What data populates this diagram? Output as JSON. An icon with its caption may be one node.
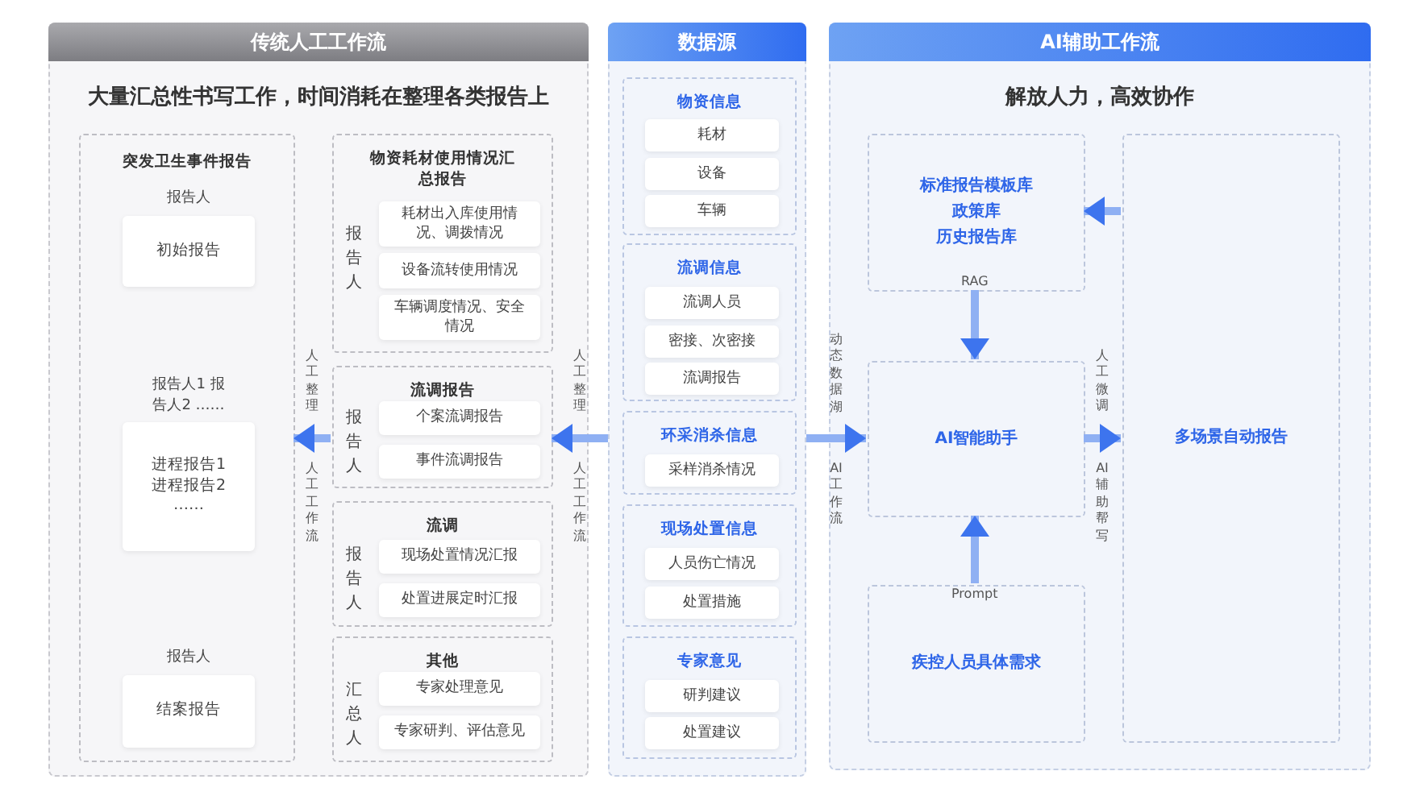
{
  "diagram": {
    "nodes": [
      {
        "text": [
          "传统人工工作流",
          "大量汇总性书写工作，时间消耗在整理各类报告上"
        ]
      },
      {
        "text": [
          "突发卫生事件报告"
        ],
        "in": 0
      },
      {
        "text": [
          "初始报告"
        ],
        "in": 1,
        "beside": [
          "报告人"
        ]
      },
      {
        "text": [
          "进程报告1 进程报告2 ……"
        ],
        "in": 1,
        "beside": [
          "报告人1 报告人2 ……"
        ]
      },
      {
        "text": [
          "结案报告"
        ],
        "in": 1,
        "beside": [
          "报告人"
        ]
      },
      {
        "text": [
          "物资耗材使用情况汇总报告",
          "报告人"
        ],
        "in": 0
      },
      {
        "text": [
          "耗材出入库使用情况、调拨情况"
        ],
        "in": 5
      },
      {
        "text": [
          "设备流转使用情况"
        ],
        "in": 5
      },
      {
        "text": [
          "车辆调度情况、安全情况"
        ],
        "in": 5
      },
      {
        "text": [
          "流调报告",
          "报告人"
        ],
        "in": 0
      },
      {
        "text": [
          "个案流调报告"
        ],
        "in": 9
      },
      {
        "text": [
          "事件流调报告"
        ],
        "in": 9
      },
      {
        "text": [
          "流调",
          "报告人"
        ],
        "in": 0
      },
      {
        "text": [
          "现场处置情况汇报"
        ],
        "in": 12
      },
      {
        "text": [
          "处置进展定时汇报"
        ],
        "in": 12
      },
      {
        "text": [
          "其他",
          "汇总人"
        ],
        "in": 0
      },
      {
        "text": [
          "专家处理意见"
        ],
        "in": 15
      },
      {
        "text": [
          "专家研判、评估意见"
        ],
        "in": 15
      },
      {
        "text": [
          "数据源"
        ]
      },
      {
        "text": [
          "物资信息"
        ],
        "in": 18
      },
      {
        "text": [
          "耗材"
        ],
        "in": 19
      },
      {
        "text": [
          "设备"
        ],
        "in": 19
      },
      {
        "text": [
          "车辆"
        ],
        "in": 19
      },
      {
        "text": [
          "流调信息"
        ],
        "in": 18
      },
      {
        "text": [
          "流调人员"
        ],
        "in": 23
      },
      {
        "text": [
          "密接、次密接"
        ],
        "in": 23
      },
      {
        "text": [
          "流调报告"
        ],
        "in": 23
      },
      {
        "text": [
          "环采消杀信息"
        ],
        "in": 18
      },
      {
        "text": [
          "采样消杀情况"
        ],
        "in": 27
      },
      {
        "text": [
          "现场处置信息"
        ],
        "in": 18
      },
      {
        "text": [
          "人员伤亡情况"
        ],
        "in": 29
      },
      {
        "text": [
          "处置措施"
        ],
        "in": 29
      },
      {
        "text": [
          "专家意见"
        ],
        "in": 18
      },
      {
        "text": [
          "研判建议"
        ],
        "in": 32
      },
      {
        "text": [
          "处置建议"
        ],
        "in": 32
      },
      {
        "text": [
          "AI辅助工作流",
          "解放人力，高效协作"
        ]
      },
      {
        "text": [
          "标准报告模板库",
          "政策库",
          "历史报告库"
        ],
        "in": 35
      },
      {
        "text": [
          "AI智能助手"
        ],
        "in": 35
      },
      {
        "text": [
          "疾控人员具体需求"
        ],
        "in": 35
      },
      {
        "text": [
          "多场景自动报告"
        ],
        "in": 35
      }
    ],
    "edges": [
      {
        "from": 18,
        "to": 9,
        "arrow": "to",
        "label": "人工整理"
      },
      {
        "from": 9,
        "to": 1,
        "arrow": "to",
        "label": "人工整理"
      },
      {
        "from": 18,
        "to": 37,
        "arrow": "to",
        "label": "动态数据湖"
      },
      {
        "from": 39,
        "to": 36,
        "arrow": "to"
      },
      {
        "from": 36,
        "to": 37,
        "arrow": "to",
        "label": "RAG"
      },
      {
        "from": 38,
        "to": 37,
        "arrow": "to",
        "label": "Prompt"
      },
      {
        "from": 37,
        "to": 39,
        "arrow": "to",
        "label": "人工微调"
      }
    ],
    "labels": [
      "人工工作流",
      "人工工作流",
      "AI工作流",
      "AI辅助帮写"
    ]
  }
}
